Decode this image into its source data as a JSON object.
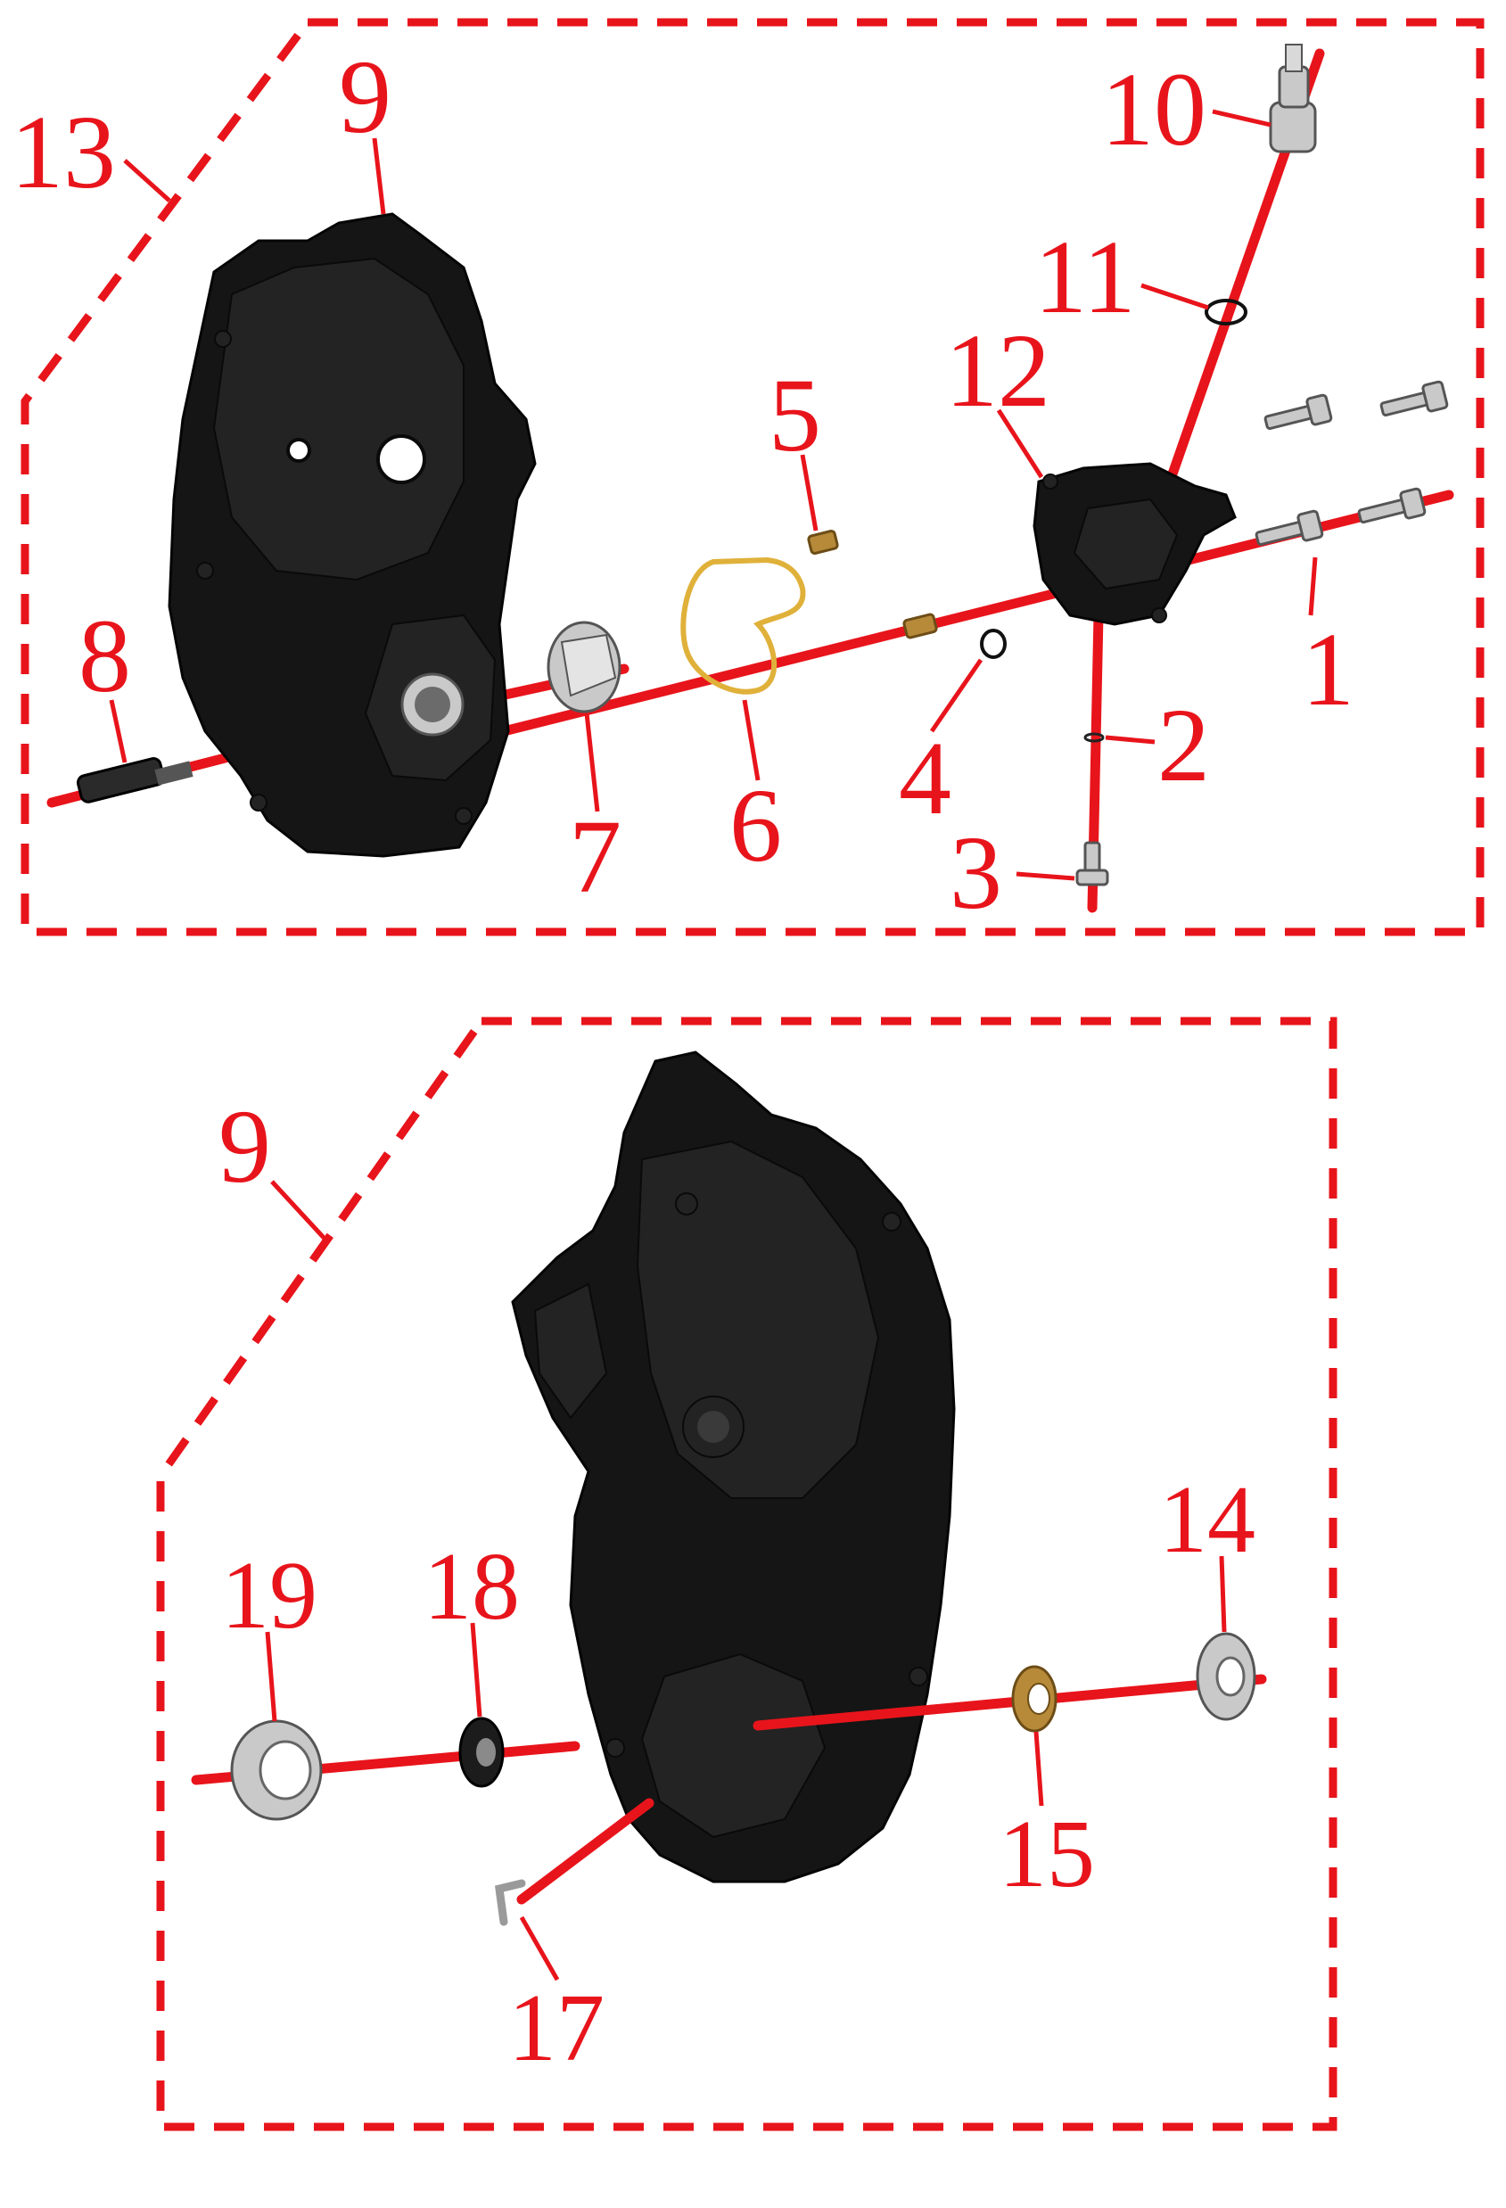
{
  "colors": {
    "callout": "#e8141b",
    "casting": "#151515",
    "metal": "#c9c9c9",
    "brass": "#b78a3a",
    "ring": "#e0b13a"
  },
  "top_panel": {
    "group_label": "13",
    "callouts": {
      "c1": "1",
      "c2": "2",
      "c3": "3",
      "c4": "4",
      "c5": "5",
      "c6": "6",
      "c7": "7",
      "c8": "8",
      "c9": "9",
      "c10": "10",
      "c11": "11",
      "c12": "12"
    }
  },
  "bottom_panel": {
    "group_label": "9",
    "callouts": {
      "c14": "14",
      "c15": "15",
      "c17": "17",
      "c18": "18",
      "c19": "19"
    }
  }
}
